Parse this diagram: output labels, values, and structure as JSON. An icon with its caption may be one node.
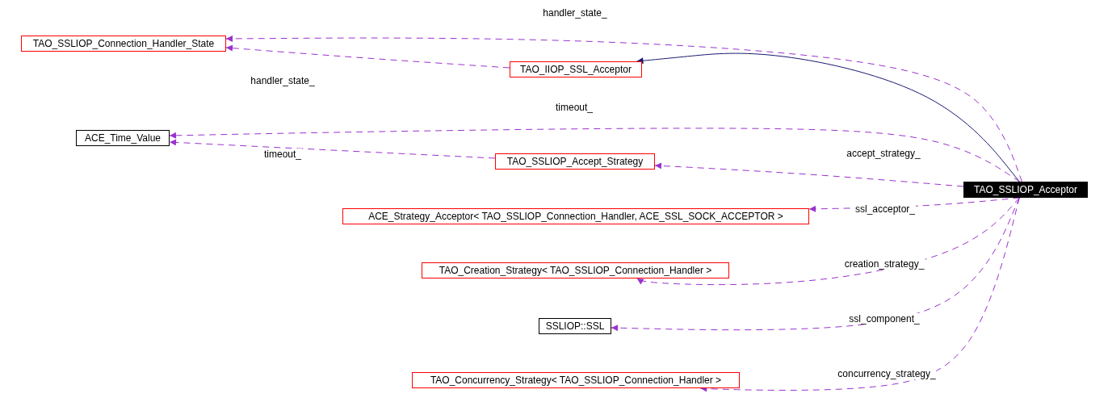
{
  "diagram": {
    "nodes": [
      {
        "text": [
          "TAO_SSLIOP_Connection_Handler_State"
        ]
      },
      {
        "text": [
          "TAO_IIOP_SSL_Acceptor"
        ]
      },
      {
        "text": [
          "ACE_Time_Value"
        ]
      },
      {
        "text": [
          "TAO_SSLIOP_Accept_Strategy"
        ]
      },
      {
        "text": [
          "TAO_SSLIOP_Acceptor"
        ]
      },
      {
        "text": [
          "ACE_Strategy_Acceptor< TAO_SSLIOP_Connection_Handler, ACE_SSL_SOCK_ACCEPTOR >"
        ]
      },
      {
        "text": [
          "TAO_Creation_Strategy< TAO_SSLIOP_Connection_Handler >"
        ]
      },
      {
        "text": [
          "SSLIOP::SSL"
        ]
      },
      {
        "text": [
          "TAO_Concurrency_Strategy< TAO_SSLIOP_Connection_Handler >"
        ]
      }
    ],
    "edges": [
      {
        "from": 4,
        "to": 0,
        "arrow": "to",
        "label": "handler_state_",
        "style": "dashed"
      },
      {
        "from": 1,
        "to": 0,
        "arrow": "to",
        "label": "handler_state_",
        "style": "dashed"
      },
      {
        "from": 4,
        "to": 1,
        "arrow": "to",
        "color": "#191970"
      },
      {
        "from": 4,
        "to": 2,
        "arrow": "to",
        "label": "timeout_",
        "style": "dashed"
      },
      {
        "from": 3,
        "to": 2,
        "arrow": "to",
        "label": "timeout_",
        "style": "dashed"
      },
      {
        "from": 4,
        "to": 3,
        "arrow": "to",
        "label": "accept_strategy_",
        "style": "dashed"
      },
      {
        "from": 4,
        "to": 5,
        "arrow": "to",
        "label": "ssl_acceptor_",
        "style": "dashed"
      },
      {
        "from": 4,
        "to": 6,
        "arrow": "to",
        "label": "creation_strategy_",
        "style": "dashed"
      },
      {
        "from": 4,
        "to": 7,
        "arrow": "to",
        "label": "ssl_component_",
        "style": "dashed"
      },
      {
        "from": 4,
        "to": 8,
        "arrow": "to",
        "label": "concurrency_strategy_",
        "style": "dashed"
      }
    ]
  }
}
